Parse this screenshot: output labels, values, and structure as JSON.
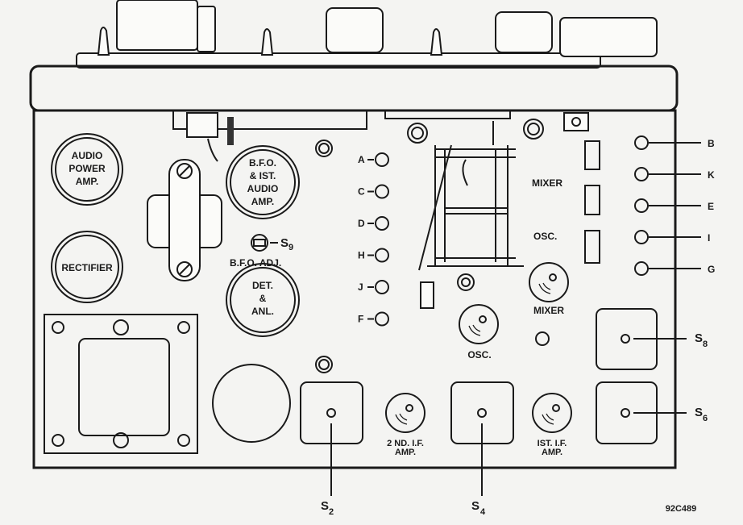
{
  "title": "Radio receiver chassis top view",
  "tubes": {
    "audio_power_amp": [
      "AUDIO",
      "POWER",
      "AMP."
    ],
    "rectifier": "RECTIFIER",
    "bfo_audio": [
      "B.F.O.",
      "& IST.",
      "AUDIO",
      "AMP."
    ],
    "det_anl": [
      "DET.",
      "&",
      "ANL."
    ]
  },
  "bfo_adj": {
    "label": "B.F.O. ADJ.",
    "switch": "S",
    "switch_sub": "9"
  },
  "left_test_points": [
    "A",
    "C",
    "D",
    "H",
    "J",
    "F"
  ],
  "right_test_points": [
    "B",
    "K",
    "E",
    "I",
    "G"
  ],
  "labels": {
    "mixer_top": "MIXER",
    "osc_top": "OSC.",
    "mixer_trimmer": "MIXER",
    "osc_trimmer": "OSC.",
    "second_if": [
      "2 ND. I.F.",
      "AMP."
    ],
    "first_if": [
      "IST. I.F.",
      "AMP."
    ]
  },
  "switches": {
    "s2": {
      "main": "S",
      "sub": "2"
    },
    "s4": {
      "main": "S",
      "sub": "4"
    },
    "s6": {
      "main": "S",
      "sub": "6"
    },
    "s8": {
      "main": "S",
      "sub": "8"
    }
  },
  "figure_number": "92C489"
}
